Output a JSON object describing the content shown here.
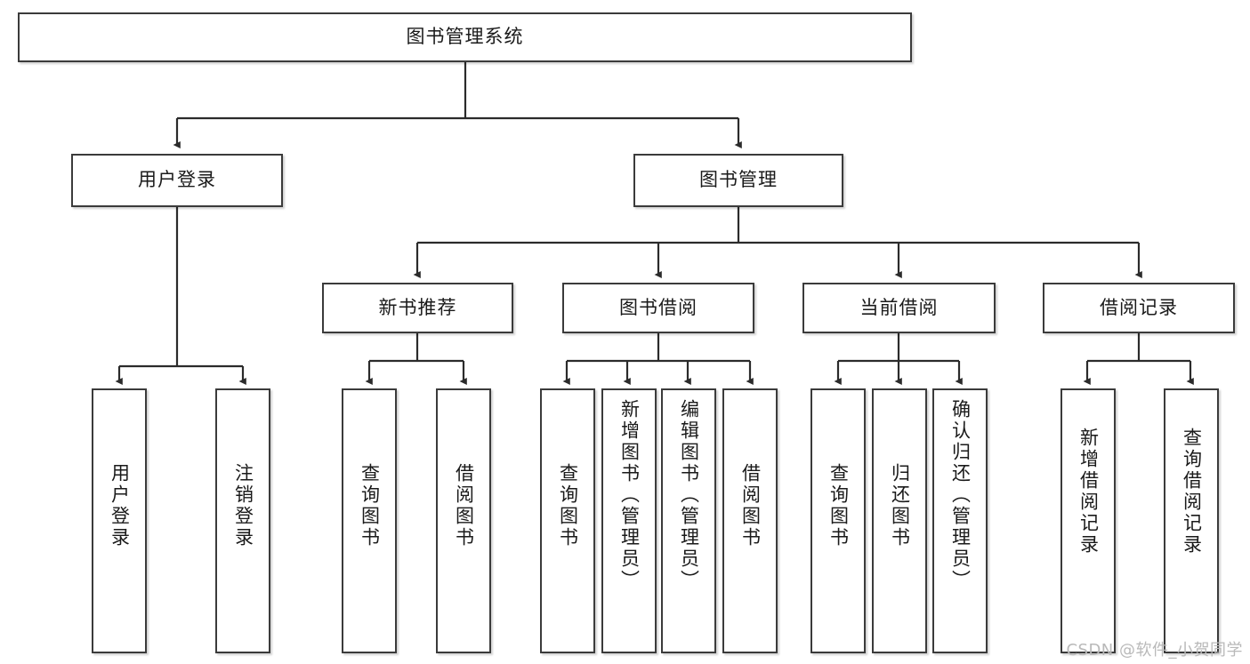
{
  "diagram": {
    "title": "图书管理系统",
    "type": "tree",
    "watermark": "CSDN @软件_小贺同学",
    "colors": {
      "node_border": "#3b3b3b",
      "node_fill": "#ffffff",
      "edge": "#2b2b2b",
      "text": "#1a1a1a",
      "watermark": "#b9b9b9",
      "background": "#ffffff"
    },
    "root": {
      "label": "图书管理系统"
    },
    "level2": [
      {
        "label": "用户登录"
      },
      {
        "label": "图书管理"
      }
    ],
    "level3": [
      {
        "label": "新书推荐"
      },
      {
        "label": "图书借阅"
      },
      {
        "label": "当前借阅"
      },
      {
        "label": "借阅记录"
      }
    ],
    "leaves": {
      "user_login": [
        {
          "label": "用户登录"
        },
        {
          "label": "注销登录"
        }
      ],
      "new_book_recommend": [
        {
          "label": "查询图书"
        },
        {
          "label": "借阅图书"
        }
      ],
      "book_borrow": [
        {
          "label": "查询图书"
        },
        {
          "label": "新增图书（管理员）"
        },
        {
          "label": "编辑图书（管理员）"
        },
        {
          "label": "借阅图书"
        }
      ],
      "current_borrow": [
        {
          "label": "查询图书"
        },
        {
          "label": "归还图书"
        },
        {
          "label": "确认归还（管理员）"
        }
      ],
      "borrow_record": [
        {
          "label": "新增借阅记录"
        },
        {
          "label": "查询借阅记录"
        }
      ]
    }
  }
}
